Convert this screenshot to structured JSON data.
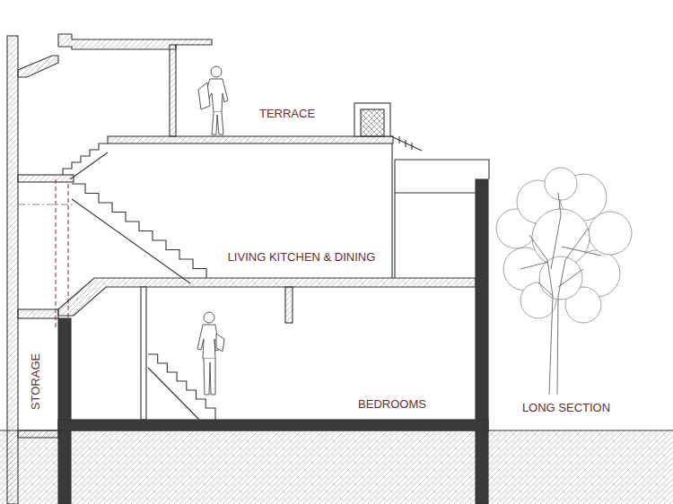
{
  "diagram": {
    "labels": [
      "TERRACE",
      "LIVING KITCHEN & DINING",
      "STORAGE",
      "BEDROOMS",
      "LONG SECTION"
    ]
  }
}
